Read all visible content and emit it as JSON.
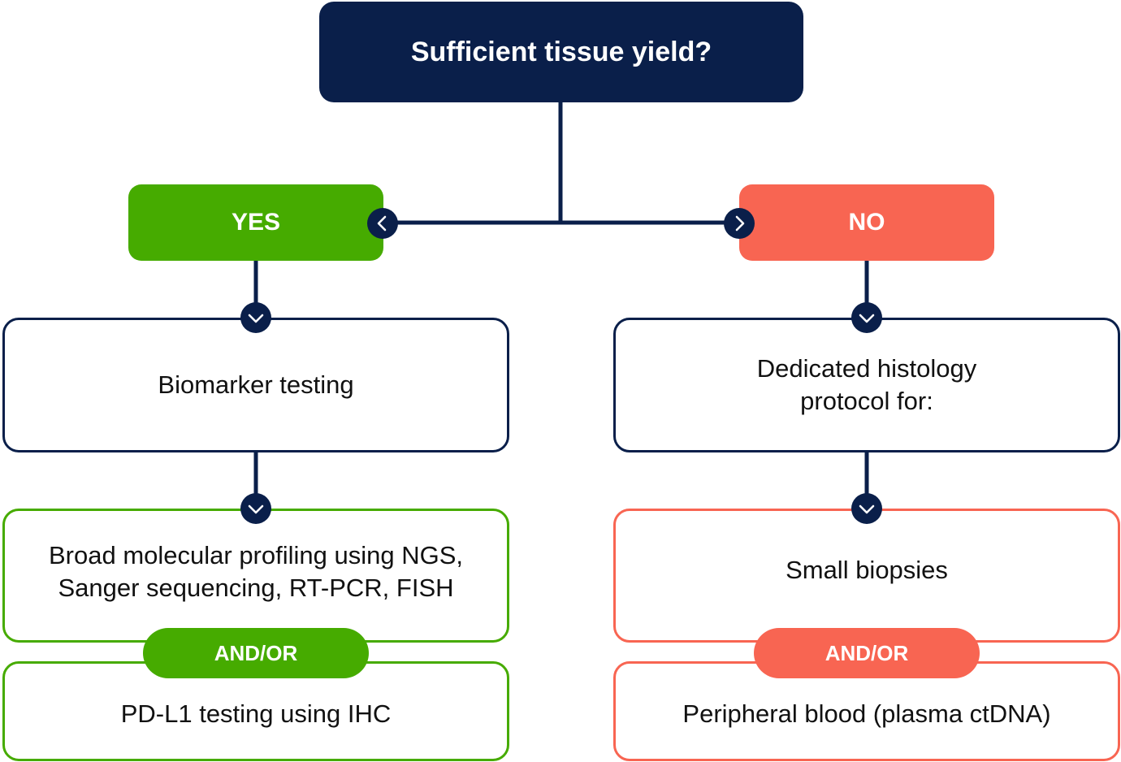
{
  "root": {
    "label": "Sufficient tissue yield?"
  },
  "yes_branch": {
    "label": "YES",
    "step1": {
      "text": "Biomarker testing"
    },
    "step2": {
      "line1": "Broad molecular profiling using NGS,",
      "line2": "Sanger sequencing, RT-PCR, FISH"
    },
    "connector": "AND/OR",
    "step3": {
      "text": "PD-L1 testing using IHC"
    }
  },
  "no_branch": {
    "label": "NO",
    "step1": {
      "line1": "Dedicated histology",
      "line2": "protocol for:"
    },
    "step2": {
      "text": "Small biopsies"
    },
    "connector": "AND/OR",
    "step3": {
      "text": "Peripheral blood (plasma ctDNA)"
    }
  },
  "colors": {
    "navy": "#0a1f4a",
    "yes_green": "#46ab00",
    "no_coral": "#f86552"
  },
  "icons": [
    "chevron-left-icon",
    "chevron-right-icon",
    "chevron-down-icon"
  ]
}
